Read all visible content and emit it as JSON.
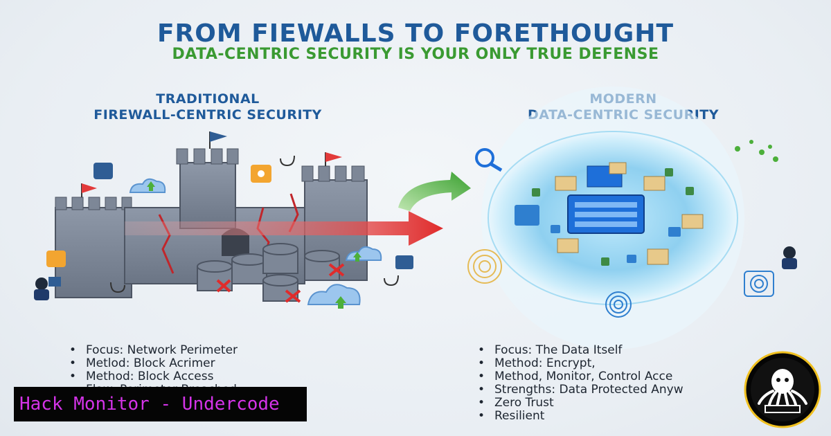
{
  "header": {
    "title": "FROM FIEWALLS TO FORETHOUGHT",
    "subtitle": "DATA-CENTRIC SECURITY IS YOUR ONLY TRUE DEFENSE"
  },
  "left_panel": {
    "heading_line1": "TRADITIONAL",
    "heading_line2": "FIREWALL-CENTRIC SECURITY",
    "items": [
      "Focus: Network Perimeter",
      "Metlod: Block Acrimer",
      "Method: Block Access",
      "Flaw: Perimeter Breached,"
    ]
  },
  "right_panel": {
    "heading_line1": "MODERN",
    "heading_line2": "DATA-CENTRIC SECURITY",
    "items": [
      "Focus: The Data Itself",
      "Method: Encrypt,",
      "Method, Monitor, Control Acce",
      "Strengths: Data Protected Anyw",
      "Zero Trust",
      "Resilient"
    ]
  },
  "banner": {
    "text": "Hack Monitor - Undercode"
  },
  "bullet": "•",
  "colors": {
    "title_blue": "#1f5a9a",
    "subtitle_green": "#3a9a32",
    "banner_text": "#d433e8",
    "arrow_red": "#e23a3a",
    "arrow_green": "#4caf3a"
  },
  "icons": [
    "castle-icon",
    "cloud-icon",
    "database-icon",
    "shield-sphere-icon",
    "fingerprint-icon",
    "magnifier-icon",
    "octopus-logo-icon",
    "hacker-icon"
  ]
}
